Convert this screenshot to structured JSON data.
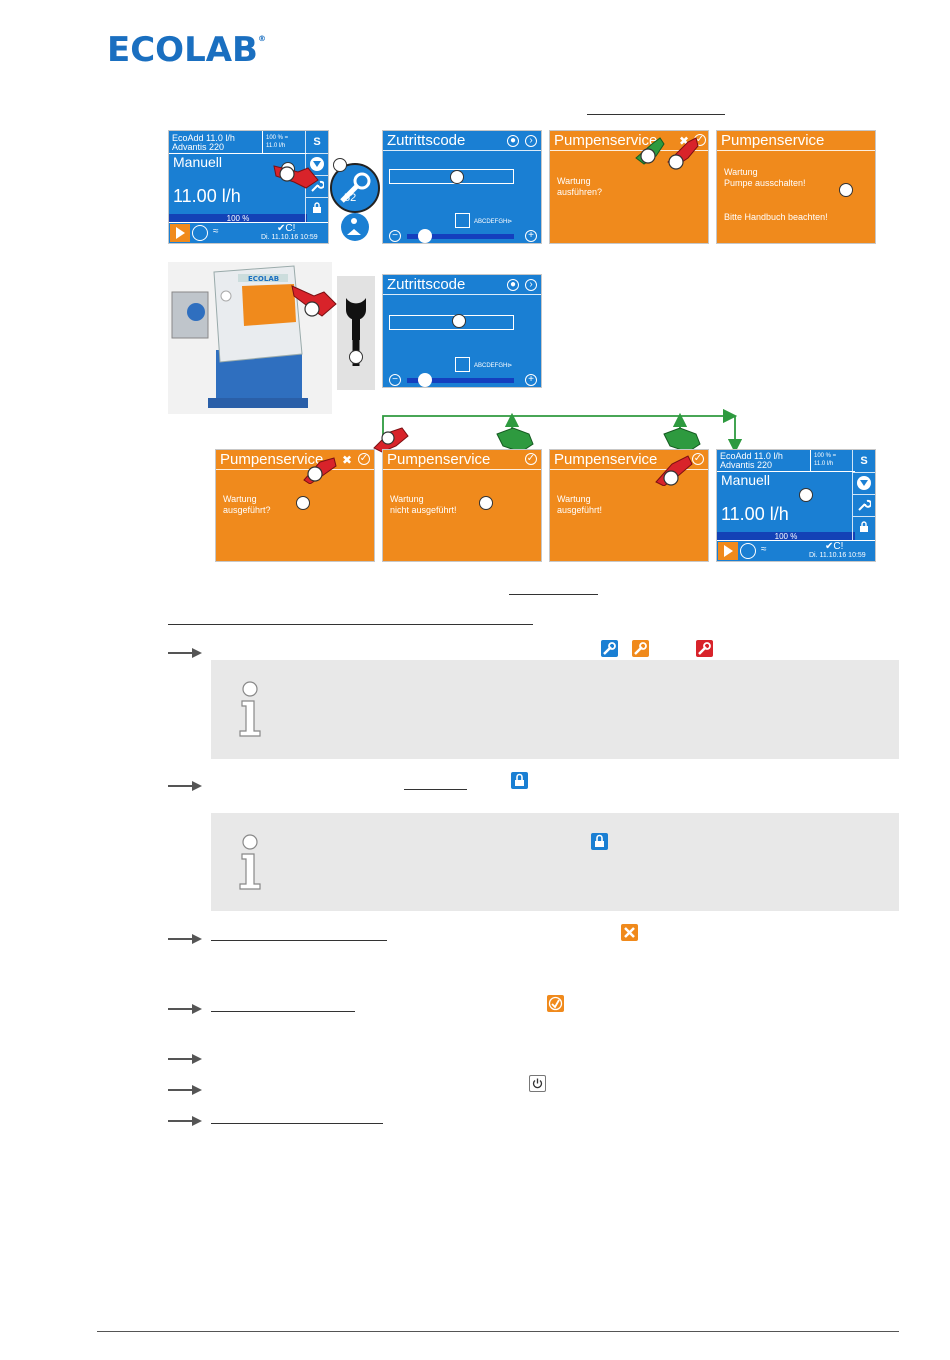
{
  "brand": {
    "logo_text": "ECOLAB",
    "logo_mark": "®",
    "brand_blue": "#1a6fc0"
  },
  "colors": {
    "screen_blue": "#1a7fd3",
    "screen_orange": "#f08a1c",
    "info_gray": "#e8e8e8",
    "arrow_green": "#2e9a3f",
    "hand_red": "#d8232a"
  },
  "screens": {
    "main": {
      "product_line1": "EcoAdd 11.0 l/h",
      "product_line2": "Advantis 220",
      "pct_line1": "100 % =",
      "pct_line2": "11.0 l/h",
      "mode": "Manuell",
      "rate": "11.00 l/h",
      "progress_label": "100 %",
      "side_s": "S",
      "status": "✔C!",
      "datetime": "Di. 11.10.16  10:59",
      "badge_number": "52",
      "progress_fraction": 1.0
    },
    "code_entry": {
      "title": "Zutrittscode",
      "chars": "ABCDEFGH⊳",
      "minus": "−",
      "plus": "+"
    },
    "service_question": {
      "title": "Pumpenservice",
      "line1": "Wartung",
      "line2": "ausführen?"
    },
    "service_warning": {
      "title": "Pumpenservice",
      "line1": "Wartung",
      "line2": "Pumpe ausschalten!",
      "line3": "Bitte Handbuch beachten!"
    },
    "service_done": {
      "title": "Pumpenservice",
      "line1": "Wartung",
      "line2": "ausgeführt?"
    },
    "service_not_done": {
      "title": "Pumpenservice",
      "line1": "Wartung",
      "line2": "nicht ausgeführt!"
    },
    "service_done_confirm": {
      "title": "Pumpenservice",
      "line1": "Wartung",
      "line2": "ausgeführt!"
    }
  },
  "icons": {
    "wrench_blue": "wrench-icon",
    "wrench_orange": "wrench-icon",
    "wrench_red": "wrench-icon",
    "lock": "lock-icon",
    "cancel": "cancel-icon",
    "confirm": "check-icon",
    "power": "power-icon",
    "info": "info-icon"
  }
}
